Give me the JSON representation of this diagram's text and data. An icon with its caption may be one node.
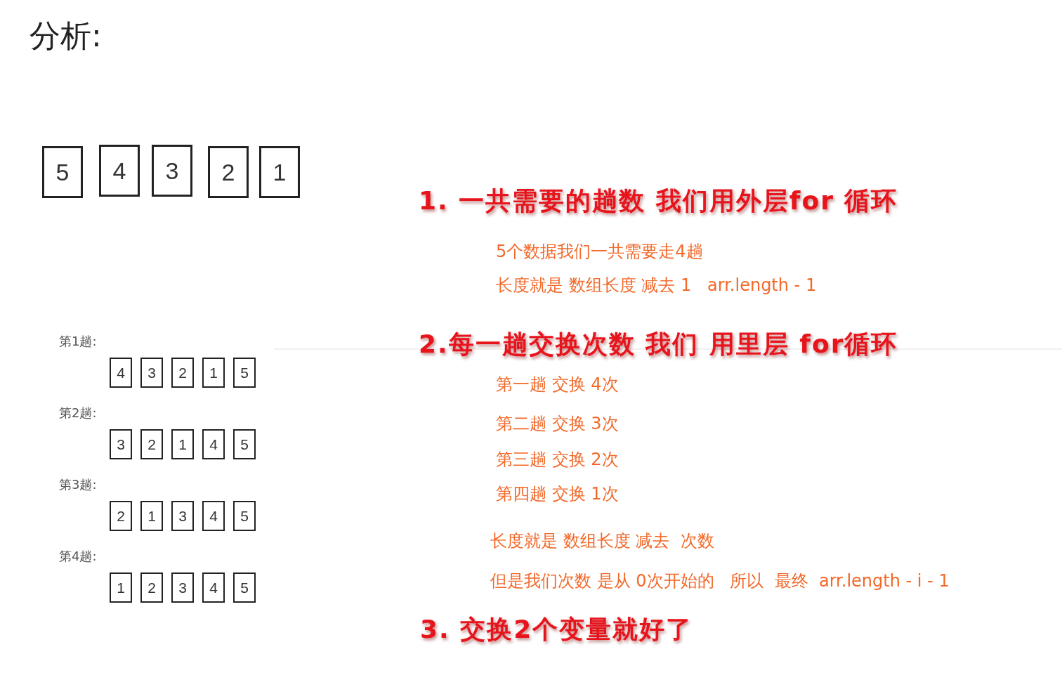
{
  "diagram": {
    "title": "分析:",
    "nodes": [
      {
        "text": [
          "5"
        ]
      },
      {
        "text": [
          "4"
        ]
      },
      {
        "text": [
          "3"
        ]
      },
      {
        "text": [
          "2"
        ]
      },
      {
        "text": [
          "1"
        ]
      },
      {
        "text": [
          "4"
        ]
      },
      {
        "text": [
          "3"
        ]
      },
      {
        "text": [
          "2"
        ]
      },
      {
        "text": [
          "1"
        ]
      },
      {
        "text": [
          "5"
        ]
      },
      {
        "text": [
          "3"
        ]
      },
      {
        "text": [
          "2"
        ]
      },
      {
        "text": [
          "1"
        ]
      },
      {
        "text": [
          "4"
        ]
      },
      {
        "text": [
          "5"
        ]
      },
      {
        "text": [
          "2"
        ]
      },
      {
        "text": [
          "1"
        ]
      },
      {
        "text": [
          "3"
        ]
      },
      {
        "text": [
          "4"
        ]
      },
      {
        "text": [
          "5"
        ]
      },
      {
        "text": [
          "1"
        ]
      },
      {
        "text": [
          "2"
        ]
      },
      {
        "text": [
          "3"
        ]
      },
      {
        "text": [
          "4"
        ]
      },
      {
        "text": [
          "5"
        ]
      }
    ],
    "labels": [
      "1. 一共需要的趟数 我们用外层for 循环",
      "5个数据我们一共需要走4趟",
      "长度就是 数组长度 减去 1   arr.length - 1",
      "第1趟:",
      "2.每一趟交换次数 我们 用里层 for循环",
      "第一趟 交换 4次",
      "第2趟:",
      "第二趟 交换 3次",
      "第三趟 交换 2次",
      "第3趟:",
      "第四趟 交换 1次",
      "第4趟:",
      "长度就是 数组长度 减去  次数",
      "但是我们次数 是从 0次开始的   所以  最终  arr.length - i - 1",
      "3. 交换2个变量就好了"
    ]
  }
}
